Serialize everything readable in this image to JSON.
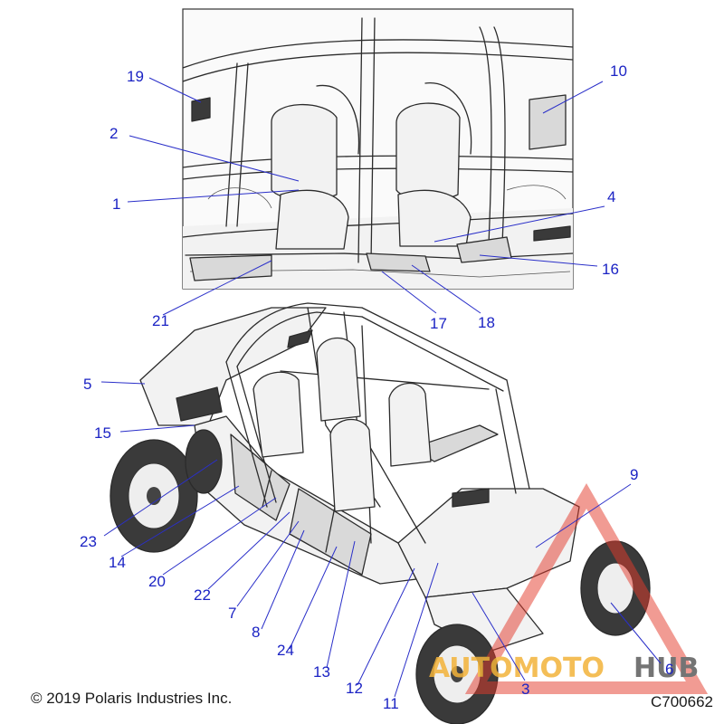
{
  "copyright": "© 2019 Polaris Industries Inc.",
  "figure_code": "C700662",
  "watermark": {
    "part1": "AUTOMOTO",
    "part2": "HUB",
    "accent": "#e23a2c",
    "gold": "#f3b33a",
    "grey": "#5c5c5c"
  },
  "callout_color": "#1b23c4",
  "callouts": {
    "c1": "1",
    "c2": "2",
    "c3": "3",
    "c4": "4",
    "c5": "5",
    "c6": "6",
    "c7": "7",
    "c8": "8",
    "c9": "9",
    "c10": "10",
    "c11": "11",
    "c12": "12",
    "c13": "13",
    "c14": "14",
    "c15": "15",
    "c16": "16",
    "c17": "17",
    "c18": "18",
    "c19": "19",
    "c20": "20",
    "c21": "21",
    "c22": "22",
    "c23": "23",
    "c24": "24"
  }
}
